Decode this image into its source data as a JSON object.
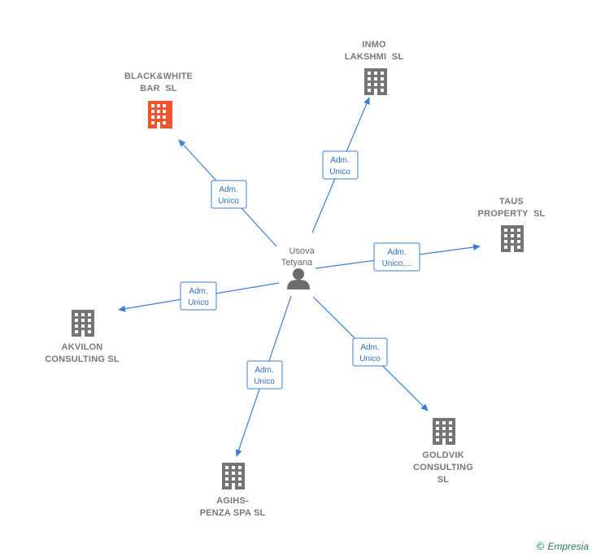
{
  "center": {
    "name_line1": "Usova",
    "name_line2": "Tetyana"
  },
  "companies": [
    {
      "id": "black-white",
      "line1": "BLACK&WHITE",
      "line2": "BAR  SL",
      "highlight": true,
      "edge_label_1": "Adm.",
      "edge_label_2": "Unico"
    },
    {
      "id": "inmo-lakshmi",
      "line1": "INMO",
      "line2": "LAKSHMI  SL",
      "highlight": false,
      "edge_label_1": "Adm.",
      "edge_label_2": "Unico"
    },
    {
      "id": "taus-property",
      "line1": "TAUS",
      "line2": "PROPERTY  SL",
      "highlight": false,
      "edge_label_1": "Adm.",
      "edge_label_2": "Unico,..."
    },
    {
      "id": "akvilon",
      "line1": "AKVILON",
      "line2": "CONSULTING SL",
      "highlight": false,
      "edge_label_1": "Adm.",
      "edge_label_2": "Unico"
    },
    {
      "id": "agihs",
      "line1": "AGIHS-",
      "line2": "PENZA SPA SL",
      "highlight": false,
      "edge_label_1": "Adm.",
      "edge_label_2": "Unico"
    },
    {
      "id": "goldvik",
      "line1": "GOLDVIK",
      "line2": "CONSULTING",
      "line3": "SL",
      "highlight": false,
      "edge_label_1": "Adm.",
      "edge_label_2": "Unico"
    }
  ],
  "colors": {
    "edge": "#3b7fd4",
    "building_default": "#757575",
    "building_highlight": "#f0532d",
    "person": "#6b6b6b"
  },
  "footer": {
    "copyright_symbol": "©",
    "brand": "Empresia"
  }
}
